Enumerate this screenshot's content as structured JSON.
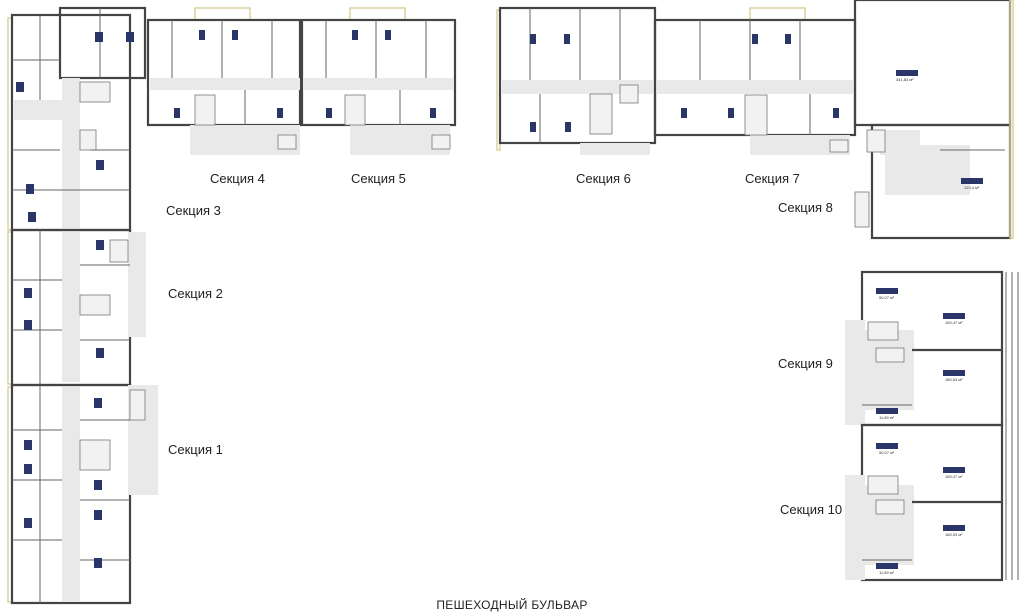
{
  "sections": [
    {
      "id": "1",
      "label": "Секция 1"
    },
    {
      "id": "2",
      "label": "Секция 2"
    },
    {
      "id": "3",
      "label": "Секция 3"
    },
    {
      "id": "4",
      "label": "Секция 4"
    },
    {
      "id": "5",
      "label": "Секция 5"
    },
    {
      "id": "6",
      "label": "Секция 6"
    },
    {
      "id": "7",
      "label": "Секция 7"
    },
    {
      "id": "8",
      "label": "Секция 8"
    },
    {
      "id": "9",
      "label": "Секция 9"
    },
    {
      "id": "10",
      "label": "Секция 10"
    }
  ],
  "commercial_areas": {
    "s8_a": "341,83 м²",
    "s8_b": "123,4 м²",
    "s9_a": "50,07 м²",
    "s9_b": "150,47 м²",
    "s9_c": "180,53 м²",
    "s9_d": "11,89 м²",
    "s10_a": "50,07 м²",
    "s10_b": "150,47 м²",
    "s10_c": "180,53 м²",
    "s10_d": "11,89 м²"
  },
  "footer": {
    "street": "ПЕШЕХОДНЫЙ БУЛЬВАР"
  },
  "colors": {
    "wall": "#444444",
    "corridor": "#e9e9e9",
    "tag": "#2a3568",
    "facade": "#d8cf9a"
  }
}
